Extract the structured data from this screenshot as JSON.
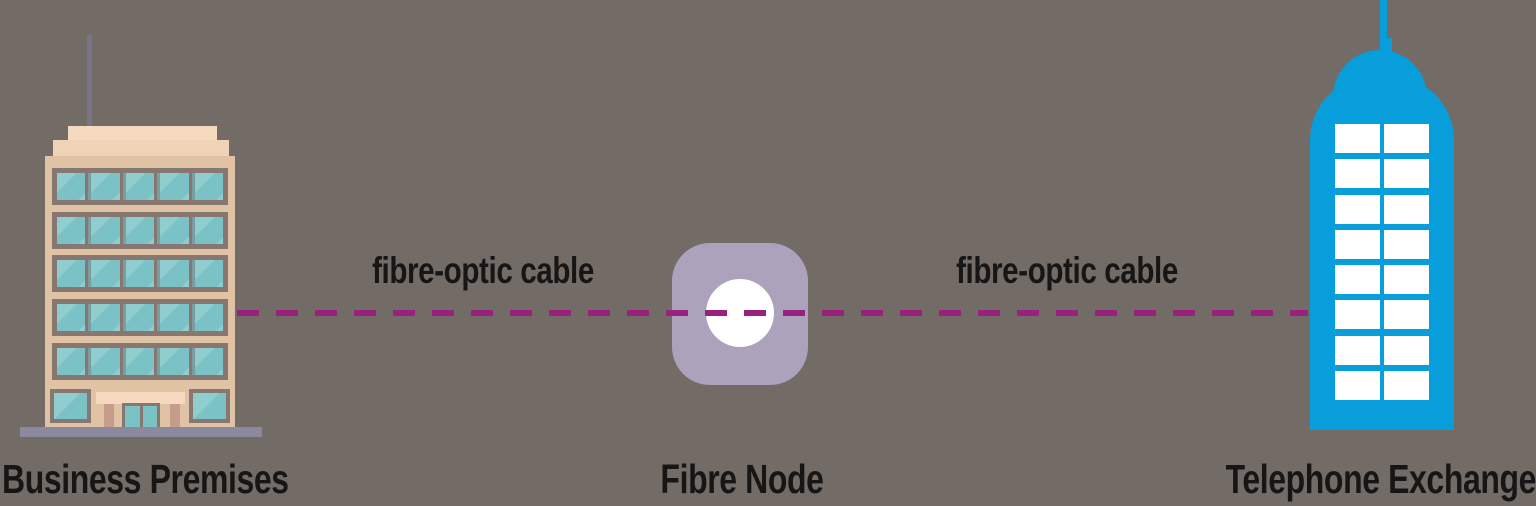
{
  "diagram": {
    "nodes": [
      {
        "id": "business-premises",
        "label": "Business Premises",
        "type": "office-building-illustration"
      },
      {
        "id": "fibre-node",
        "label": "Fibre Node",
        "type": "rounded-square-node"
      },
      {
        "id": "telephone-exchange",
        "label": "Telephone Exchange",
        "type": "tower-building-illustration"
      }
    ],
    "links": [
      {
        "from": "business-premises",
        "to": "fibre-node",
        "label": "fibre-optic cable",
        "style": "dashed"
      },
      {
        "from": "fibre-node",
        "to": "telephone-exchange",
        "label": "fibre-optic cable",
        "style": "dashed"
      }
    ],
    "business_premises": {
      "floors": 5,
      "panes_per_floor": 5
    },
    "telephone_exchange": {
      "window_rows": 8,
      "window_cols": 2
    },
    "colors": {
      "background": "#736B66",
      "cable_dash": "#97217D",
      "node_fill": "#ADA2BC",
      "node_circle": "#FFFFFF",
      "label_text": "#161616",
      "exchange_blue": "#089EDC",
      "exchange_window": "#FFFFFF",
      "premises_wall": "#DFC3A4",
      "premises_roof": "#F4D9BE",
      "premises_roof_lower": "#EFD3B6",
      "window_frame": "#877770",
      "window_glass": "#7AC2C5",
      "window_glass_light": "#8FCDCE",
      "window_divider": "#7C9DA0",
      "pillar": "#C79C8A",
      "entrance_canopy": "#F4D9BE",
      "base_strip": "#8B899D",
      "antenna_gray": "#77748C"
    }
  }
}
